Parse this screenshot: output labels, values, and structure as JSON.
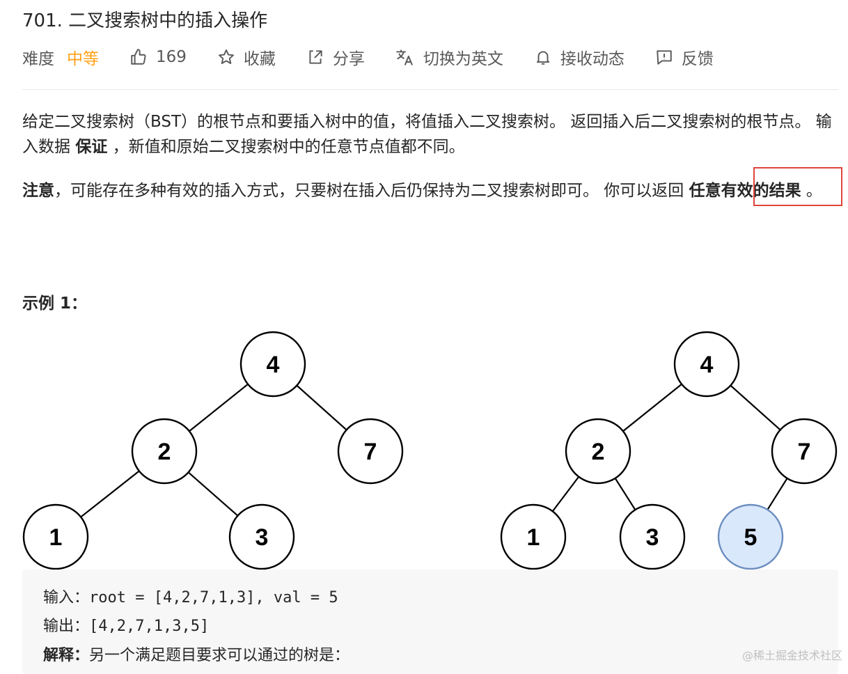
{
  "problem": {
    "title": "701. 二叉搜索树中的插入操作",
    "difficulty_label": "难度",
    "difficulty_value": "中等",
    "difficulty_color": "#ffa116",
    "likes": "169",
    "favorite_label": "收藏",
    "share_label": "分享",
    "translate_label": "切换为英文",
    "subscribe_label": "接收动态",
    "feedback_label": "反馈"
  },
  "description": {
    "p1_text": "给定二叉搜索树（BST）的根节点和要插入树中的值，将值插入二叉搜索树。 返回插入后二叉搜索树的根节点。 输入数据 ",
    "p1_bold": "保证",
    "p1_tail": " ，新值和原始二叉搜索树中的任意节点值都不同。",
    "p2_bold1": "注意",
    "p2_text": "，可能存在多种有效的插入方式，只要树在插入后仍保持为二叉搜索树即可。 你可以返回 ",
    "p2_bold2": "任意有效的结果",
    "p2_tail": " 。"
  },
  "example": {
    "heading": "示例 1：",
    "tree_left": [
      "4",
      "2",
      "7",
      "1",
      "3"
    ],
    "tree_right": [
      "4",
      "2",
      "7",
      "1",
      "3",
      "5"
    ],
    "inserted_node_color": "#dae8fc",
    "inserted_node_border": "#6c8ebf",
    "input_label": "输入：",
    "input_value": "root = [4,2,7,1,3], val = 5",
    "output_label": "输出：",
    "output_value": "[4,2,7,1,3,5]",
    "explain_label": "解释：",
    "explain_value": "另一个满足题目要求可以通过的树是："
  },
  "watermark": "@稀土掘金技术社区"
}
